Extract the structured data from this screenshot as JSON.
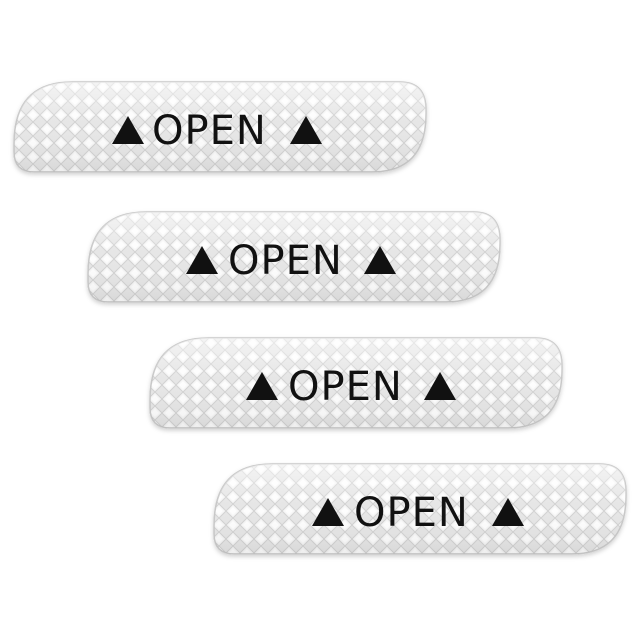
{
  "stickers": [
    {
      "text": "OPEN",
      "icon": "triangle-up-icon"
    },
    {
      "text": "OPEN",
      "icon": "triangle-up-icon"
    },
    {
      "text": "OPEN",
      "icon": "triangle-up-icon"
    },
    {
      "text": "OPEN",
      "icon": "triangle-up-icon"
    }
  ],
  "colors": {
    "background": "#ffffff",
    "sticker_base": "#e9e9e9",
    "reflective_pattern": "#ffffff",
    "text": "#111111"
  }
}
